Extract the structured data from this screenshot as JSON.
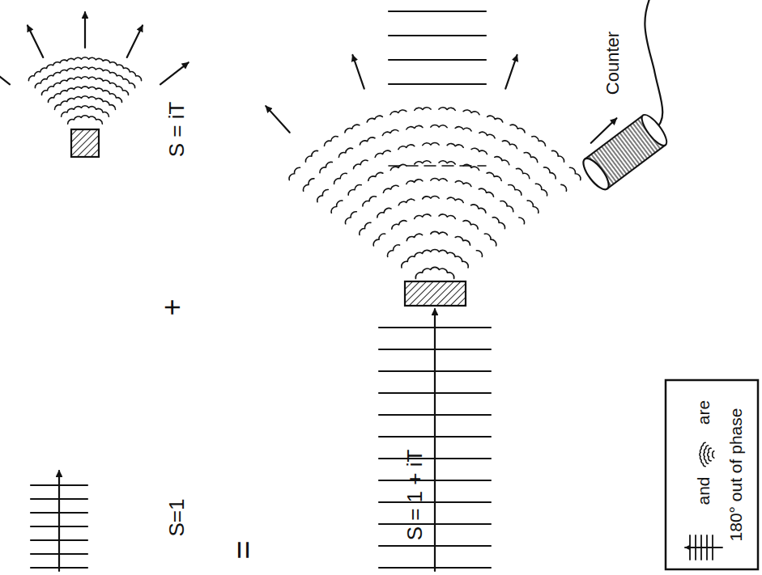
{
  "diagram": {
    "labels": [
      "S = iT",
      "+",
      "S=1",
      "=",
      "S = 1 + iT",
      "Counter",
      "and",
      "are",
      "180° out of phase"
    ]
  }
}
